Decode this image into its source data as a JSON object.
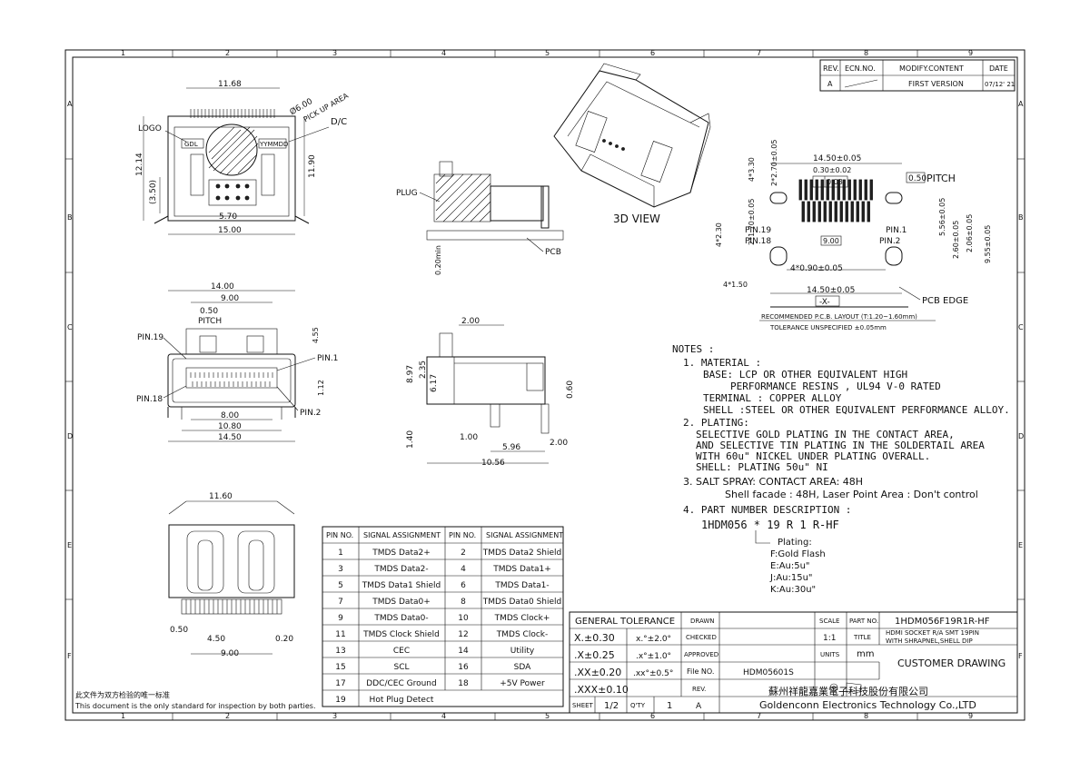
{
  "frame": {
    "col_labels": [
      "1",
      "2",
      "3",
      "4",
      "5",
      "6",
      "7",
      "8",
      "9"
    ],
    "row_labels": [
      "A",
      "B",
      "C",
      "D",
      "E",
      "F"
    ]
  },
  "revision": {
    "headers": [
      "REV.",
      "ECN.NO.",
      "MODIFY.CONTENT",
      "DATE"
    ],
    "rows": [
      [
        "A",
        "",
        "FIRST VERSION",
        "07/12' 21"
      ]
    ]
  },
  "top_view": {
    "labels": {
      "width_top": "11.68",
      "logo": "LOGO",
      "gdl": "GDL",
      "yymmdd": "YYMMDD",
      "pickup_dia": "Ø6.00",
      "pickup": "PICK UP AREA",
      "dc": "D/C",
      "h_left": "12.14",
      "h_right": "11.90",
      "h_small": "(3.50)",
      "w_mid": "5.70",
      "w_bottom": "15.00"
    }
  },
  "side_view": {
    "labels": {
      "plug": "PLUG",
      "pcb": "PCB",
      "min": "0.20min"
    }
  },
  "view_3d": {
    "label": "3D VIEW"
  },
  "pcb_layout": {
    "labels": {
      "w_top": "14.50±0.05",
      "w_pitch_small": "0.30±0.02",
      "pitch": "0.50",
      "pitch_word": "PITCH",
      "flatness": "0.03",
      "pin19": "PIN.19",
      "pin18": "PIN.18",
      "pin1": "PIN.1",
      "pin2": "PIN.2",
      "span": "9.00",
      "slot_w": "4*0.90±0.05",
      "slot_h": "4*1.50",
      "w_bottom": "14.50±0.05",
      "datum": "-X-",
      "pcb_edge": "PCB EDGE",
      "v1": "4*3.30",
      "v2": "2*2.70±0.05",
      "v3": "4*2.30",
      "v4": "2*1.70±0.05",
      "v5": "5.56±0.05",
      "v6": "2.06±0.05",
      "v7": "2.60±0.05",
      "v8": "9.55±0.05",
      "note1": "RECOMMENDED  P.C.B. LAYOUT (T:1.20~1.60mm)",
      "note2": "TOLERANCE  UNSPECIFIED ±0.05mm"
    }
  },
  "front_view": {
    "labels": {
      "w_top": "14.00",
      "w_mid": "9.00",
      "pitch": "0.50",
      "pitch_word": "PITCH",
      "pin19": "PIN.19",
      "pin18": "PIN.18",
      "pin1": "PIN.1",
      "pin2": "PIN.2",
      "h1": "4.55",
      "h2": "1.12",
      "w1": "8.00",
      "w2": "10.80",
      "w3": "14.50"
    }
  },
  "right_view": {
    "labels": {
      "w_top": "2.00",
      "h1": "8.97",
      "h2": "2.35",
      "h3": "6.17",
      "h4": "0.60",
      "h5": "1.40",
      "w1": "1.00",
      "w2": "5.96",
      "w3": "2.00",
      "w4": "10.56"
    }
  },
  "bottom_view": {
    "labels": {
      "w_top": "11.60",
      "a": "0.50",
      "b": "4.50",
      "c": "0.20",
      "d": "9.00"
    }
  },
  "notes": {
    "title": "NOTES :",
    "lines": [
      "1. MATERIAL :",
      "BASE: LCP OR OTHER EQUIVALENT HIGH",
      "PERFORMANCE RESINS , UL94 V-0 RATED",
      "TERMINAL : COPPER ALLOY",
      "SHELL :STEEL OR OTHER EQUIVALENT PERFORMANCE ALLOY.",
      "2. PLATING:",
      "SELECTIVE GOLD PLATING IN THE CONTACT AREA,",
      "AND SELECTIVE TIN PLATING IN THE SOLDERTAIL AREA",
      "WITH 60u\" NICKEL UNDER PLATING OVERALL.",
      "SHELL: PLATING 50u\" NI",
      "3. SALT SPRAY: CONTACT AREA: 48H",
      "Shell facade : 48H,   Laser Point Area : Don't control",
      "4. PART NUMBER DESCRIPTION :",
      "1HDM056 *  19  R 1 R-HF",
      "Plating:",
      "F:Gold Flash",
      "E:Au:5u\"",
      "J:Au:15u\"",
      "K:Au:30u\""
    ]
  },
  "pin_table": {
    "headers": [
      "PIN NO.",
      "SIGNAL ASSIGNMENT",
      "PIN NO.",
      "SIGNAL ASSIGNMENT"
    ],
    "rows": [
      [
        "1",
        "TMDS Data2+",
        "2",
        "TMDS Data2 Shield"
      ],
      [
        "3",
        "TMDS Data2-",
        "4",
        "TMDS Data1+"
      ],
      [
        "5",
        "TMDS Data1 Shield",
        "6",
        "TMDS Data1-"
      ],
      [
        "7",
        "TMDS Data0+",
        "8",
        "TMDS Data0 Shield"
      ],
      [
        "9",
        "TMDS Data0-",
        "10",
        "TMDS Clock+"
      ],
      [
        "11",
        "TMDS Clock Shield",
        "12",
        "TMDS Clock-"
      ],
      [
        "13",
        "CEC",
        "14",
        "Utility"
      ],
      [
        "15",
        "SCL",
        "16",
        "SDA"
      ],
      [
        "17",
        "DDC/CEC Ground",
        "18",
        "+5V Power"
      ],
      [
        "19",
        "Hot Plug Detect",
        "",
        ""
      ]
    ]
  },
  "title_block": {
    "general_tolerance": "GENERAL TOLERANCE",
    "tol": [
      [
        "X.±0.30",
        "x.°±2.0°"
      ],
      [
        ".X±0.25",
        ".x°±1.0°"
      ],
      [
        ".XX±0.20",
        ".xx°±0.5°"
      ],
      [
        ".XXX±0.10",
        ""
      ]
    ],
    "drawn": "DRAWN",
    "checked": "CHECKED",
    "approved": "APPROVED",
    "file_no_label": "File NO.",
    "file_no": "HDM05601S",
    "rev_label": "REV.",
    "rev": "A",
    "sheet_label": "SHEET",
    "sheet": "1/2",
    "qty_label": "Q'TY",
    "qty": "1",
    "scale_label": "SCALE",
    "scale": "1:1",
    "part_no_label": "PART NO.",
    "part_no": "1HDM056F19R1R-HF",
    "title_label": "TITLE",
    "title1": "HDMI SOCKET R/A SMT 19PIN",
    "title2": "WITH SHRAPNEL,SHELL DIP",
    "units_label": "UNITS",
    "units": "mm",
    "customer": "CUSTOMER DRAWING",
    "company_cn": "蘇州祥龍嘉業電子科技股份有限公司",
    "company_en": "Goldenconn Electronics Technology Co.,LTD"
  },
  "footer": {
    "cn": "此文件为双方检验的唯一标准",
    "en": "This document is the only standard for inspection by both parties."
  }
}
